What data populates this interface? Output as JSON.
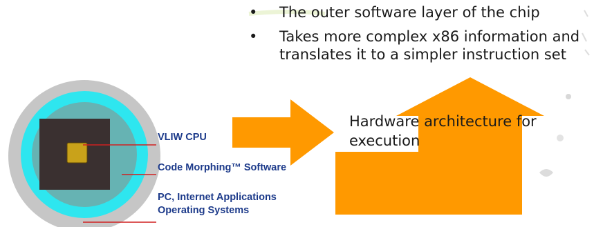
{
  "bullets": [
    "The outer software layer of the chip",
    "Takes more complex x86 information and translates it to a simpler instruction set"
  ],
  "bullet_glyph": "•",
  "diagram": {
    "label_vliw": "VLIW CPU",
    "label_code_morphing": "Code Morphing™ Software",
    "label_pc_line1": "PC, Internet Applications",
    "label_pc_line2": "Operating Systems"
  },
  "hardware_text": "Hardware architecture for execution",
  "colors": {
    "outer_ring": "#c6c6c6",
    "cyan_ring": "#2ee6ef",
    "teal_disc": "#66b3b3",
    "chip_die": "#3a3030",
    "chip_core": "#c9a21a",
    "arrow_orange": "#ff9900",
    "label_blue": "#1c3a8a",
    "leader_red": "#d02020"
  }
}
